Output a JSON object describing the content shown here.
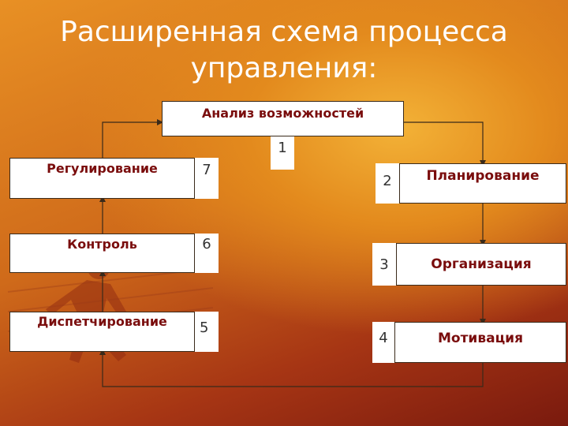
{
  "title_line1": "Расширенная схема процесса",
  "title_line2": "управления:",
  "colors": {
    "box_text": "#7a0d0d",
    "box_fill": "#ffffff",
    "connector": "#3a2a1a",
    "title": "#ffffff"
  },
  "nodes": {
    "analysis": {
      "label": "Анализ возможностей",
      "number": "1"
    },
    "planning": {
      "label": "Планирование",
      "number": "2"
    },
    "organization": {
      "label": "Организация",
      "number": "3"
    },
    "motivation": {
      "label": "Мотивация",
      "number": "4"
    },
    "dispatching": {
      "label": "Диспетчирование",
      "number": "5"
    },
    "control": {
      "label": "Контроль",
      "number": "6"
    },
    "regulation": {
      "label": "Регулирование",
      "number": "7"
    }
  }
}
